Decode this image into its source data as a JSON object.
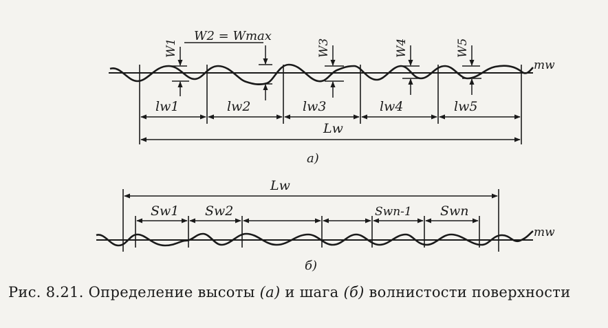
{
  "figure_a": {
    "wave_heights": [
      "W1",
      "W2 = Wmax",
      "W3",
      "W4",
      "W5"
    ],
    "sampling_lengths": [
      "lw1",
      "lw2",
      "lw3",
      "lw4",
      "lw5"
    ],
    "total_length": "Lw",
    "mean_line": "mw",
    "panel": "а)"
  },
  "figure_b": {
    "total_length": "Lw",
    "steps": [
      "Sw1",
      "Sw2",
      "Swn-1",
      "Swn"
    ],
    "mean_line": "mw",
    "panel": "б)"
  },
  "caption": {
    "prefix": "Рис. 8.21.",
    "text1": "Определение высоты",
    "mark_a": "(а)",
    "text2": "и шага",
    "mark_b": "(б)",
    "text3": "волнистости поверхности"
  },
  "colors": {
    "ink": "#1a1a1a",
    "paper": "#f4f3ef"
  }
}
